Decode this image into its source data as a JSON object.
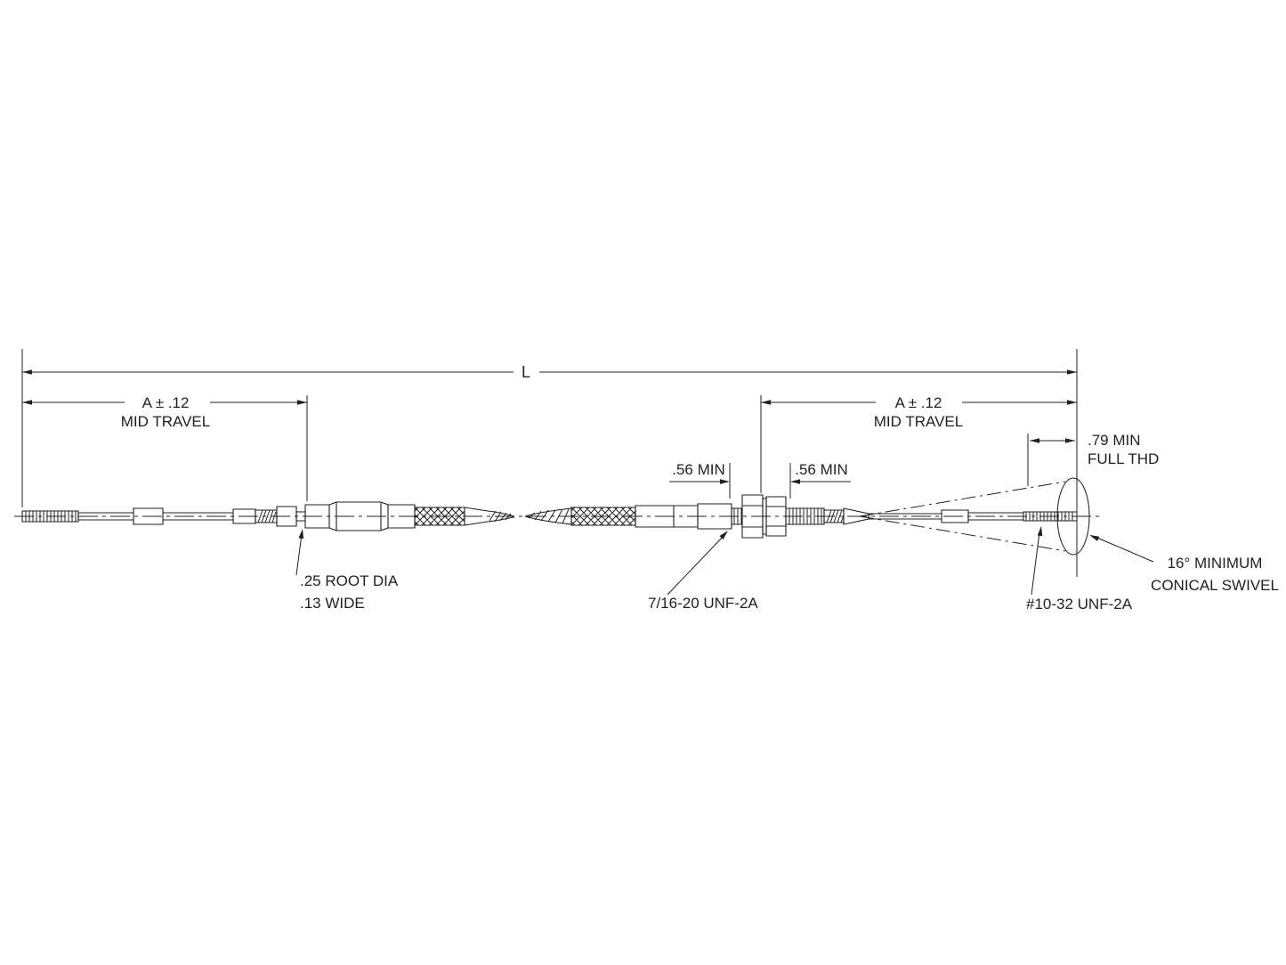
{
  "title": "Push-pull control cable engineering drawing",
  "colors": {
    "ink": "#231f20",
    "background": "#ffffff"
  },
  "dims": {
    "overall_length": "L",
    "mid_travel_left_value": "A ± .12",
    "mid_travel_left_note": "MID TRAVEL",
    "mid_travel_right_value": "A ± .12",
    "mid_travel_right_note": "MID TRAVEL",
    "full_thread_value": ".79 MIN",
    "full_thread_note": "FULL THD",
    "bulkhead_thread_left": ".56 MIN",
    "bulkhead_thread_right": ".56 MIN"
  },
  "labels": {
    "groove_line1": ".25 ROOT DIA",
    "groove_line2": ".13 WIDE",
    "bulkhead_thread": "7/16-20 UNF-2A",
    "rod_thread": "#10-32 UNF-2A",
    "swivel_line1": "16° MINIMUM",
    "swivel_line2": "CONICAL SWIVEL"
  }
}
